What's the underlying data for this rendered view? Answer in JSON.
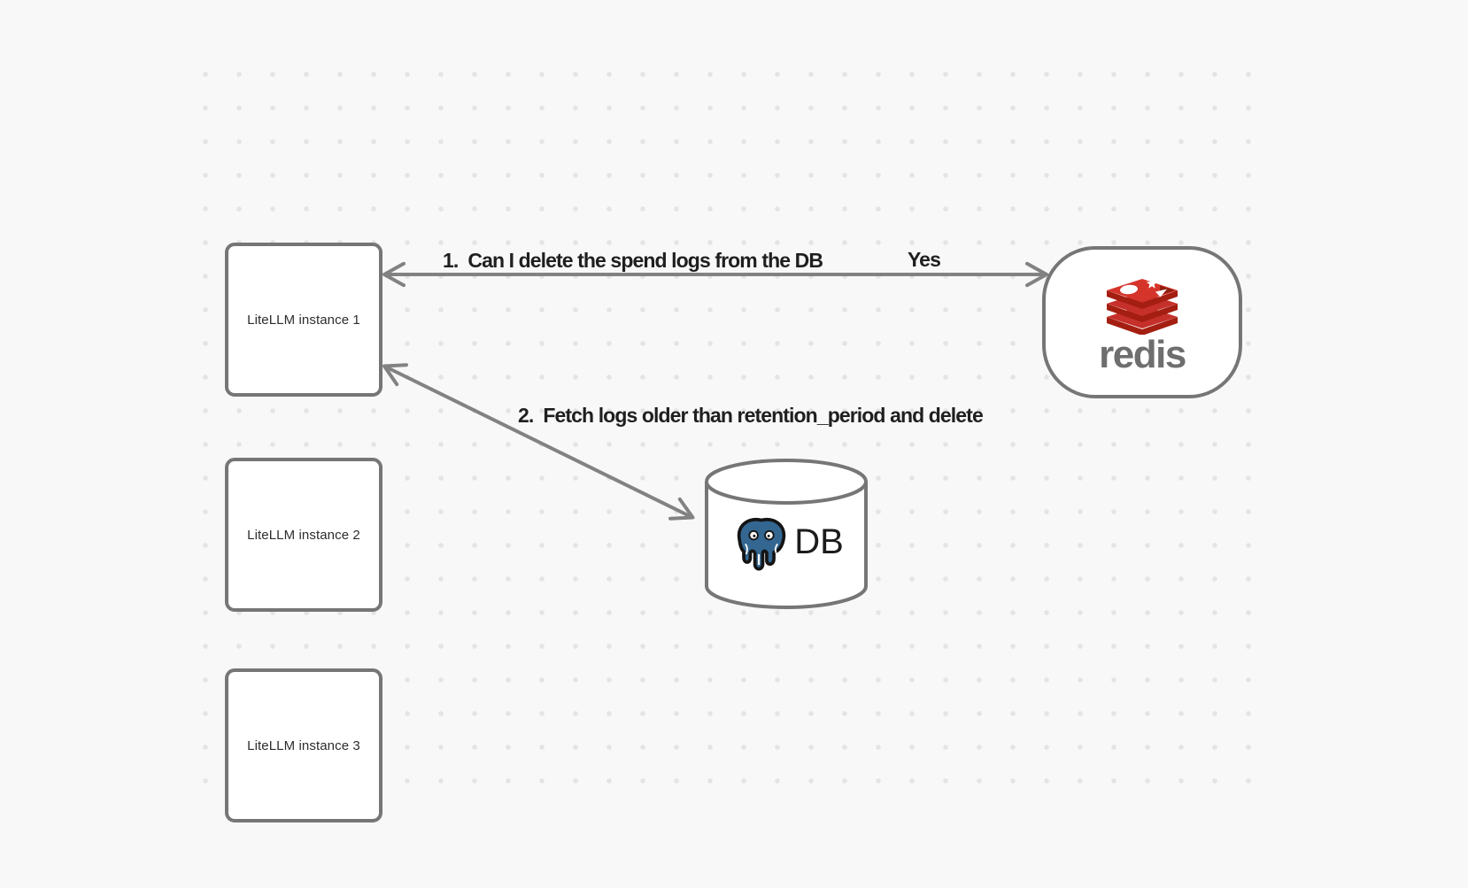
{
  "canvas": {
    "background": "#f8f8f8",
    "dot_color": "#e4e4e4",
    "stroke_gray": "#767676",
    "arrow_gray": "#828282",
    "label_text_color": "#1f1f1f"
  },
  "nodes": {
    "litellm_instances": [
      {
        "label": "LiteLLM instance 1"
      },
      {
        "label": "LiteLLM instance 2"
      },
      {
        "label": "LiteLLM instance 3"
      }
    ],
    "redis": {
      "wordmark": "redis",
      "icon": "redis-stack-logo",
      "brand_red": "#c6302b",
      "brand_red_dark": "#a41e11"
    },
    "database": {
      "label": "DB",
      "icon": "postgresql-elephant-logo",
      "postgres_blue": "#336791"
    }
  },
  "arrows": [
    {
      "label": "1.  Can I delete the spend logs from the DB",
      "response_label": "Yes",
      "from": "LiteLLM instance 1",
      "to": "redis"
    },
    {
      "label": "2.  Fetch logs older than retention_period and delete",
      "from": "LiteLLM instance 1",
      "to": "DB"
    }
  ]
}
